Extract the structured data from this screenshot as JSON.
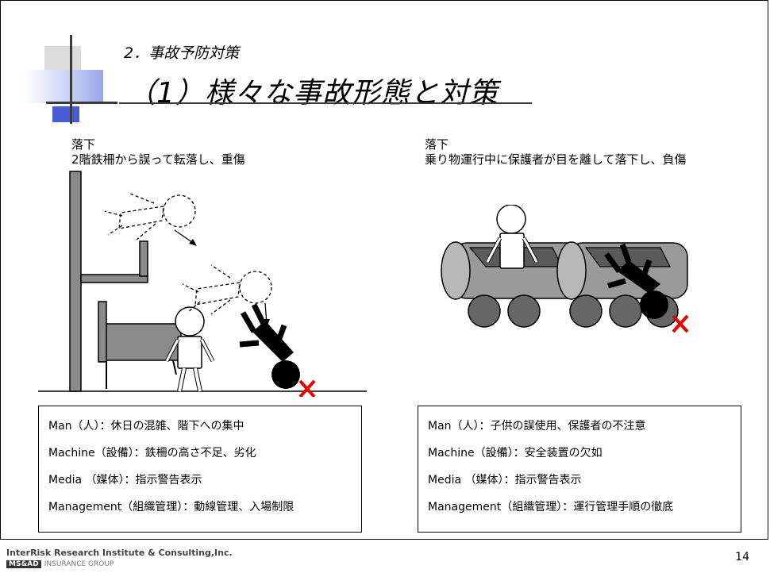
{
  "slide": {
    "subtitle": "2．事故予防対策",
    "title": "（1）様々な事故形態と対策"
  },
  "left_case": {
    "heading": "落下",
    "description": "2階鉄柵から誤って転落し、重傷",
    "factors": [
      "Man（人）：休日の混雑、階下への集中",
      "Machine（設備）：鉄柵の高さ不足、劣化",
      "Media （媒体）：指示警告表示",
      "Management（組織管理）：動線管理、入場制限"
    ]
  },
  "right_case": {
    "heading": "落下",
    "description": "乗り物運行中に保護者が目を離して落下し、負傷",
    "factors": [
      "Man（人）：子供の誤使用、保護者の不注意",
      "Machine（設備）：安全装置の欠如",
      "Media （媒体）：指示警告表示",
      "Management（組織管理）：運行管理手順の徹底"
    ]
  },
  "footer": {
    "company": "InterRisk Research Institute & Consulting,Inc.",
    "brand_chip": "MS&AD",
    "brand_text": "INSURANCE GROUP",
    "page_number": "14"
  },
  "colors": {
    "accent_blue": "#4a5bd6",
    "light_blue": "#c8cff5",
    "figure_black": "#000000",
    "vehicle_gray": "#8a8a8a",
    "mark_red": "#e60000"
  }
}
